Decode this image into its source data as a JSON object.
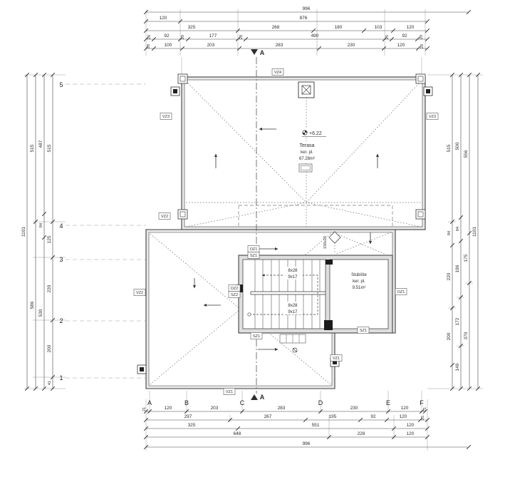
{
  "drawing": {
    "grid": {
      "columns": [
        "A",
        "B",
        "C",
        "D",
        "E",
        "F"
      ],
      "rows": [
        "5",
        "4",
        "3",
        "2",
        "1"
      ]
    },
    "dims_top": {
      "row1": [
        "996"
      ],
      "row2": [
        "120",
        "876"
      ],
      "row3": [
        "325",
        "268",
        "180",
        "103",
        "120"
      ],
      "row4": [
        "28",
        "92",
        "29",
        "177",
        "28",
        "490",
        "25",
        "92",
        "29"
      ],
      "row5": [
        "28",
        "100",
        "203",
        "283",
        "230",
        "120",
        "28"
      ]
    },
    "dims_bottom": {
      "row1": [
        "21",
        "120",
        "203",
        "283",
        "230",
        "120",
        "21"
      ],
      "row2": [
        "297",
        "267",
        "195",
        "92",
        "120",
        "25"
      ],
      "row3": [
        "325",
        "551",
        "120"
      ],
      "row4": [
        "648",
        "228",
        "120"
      ],
      "row5": [
        "996"
      ]
    },
    "dims_left": {
      "col1": [
        "1101"
      ],
      "col2": [
        "515",
        "586"
      ],
      "col3": [
        "487",
        "84",
        "530"
      ],
      "col4": [
        "515",
        "125",
        "220",
        "200",
        "41"
      ]
    },
    "dims_right": {
      "col1": [
        "515",
        "84",
        "220",
        "200"
      ],
      "col2": [
        "500",
        "84",
        "196",
        "172",
        "149"
      ],
      "col3": [
        "556",
        "175",
        "370"
      ],
      "col4": [
        "1101"
      ]
    },
    "labels": {
      "level": "+6.22",
      "terrace_name": "Terasa",
      "terrace_finish": "ker. pl.",
      "terrace_area": "67.28m²",
      "stair_name": "Stubište",
      "stair_finish": "ker. pl.",
      "stair_area": "9.51m²",
      "flight1_treads": "8x28",
      "flight1_risers": "9x17",
      "flight2_treads": "8x28",
      "flight2_risers": "9x17",
      "drain_note": "150x25",
      "section_mark": "A"
    },
    "tags": [
      {
        "text": "VZ4"
      },
      {
        "text": "VZ3"
      },
      {
        "text": "VZ3"
      },
      {
        "text": "VZ2"
      },
      {
        "text": "VZ2"
      },
      {
        "text": "VZ1"
      },
      {
        "text": "VZ1"
      },
      {
        "text": "OZ1"
      },
      {
        "text": "SZ1"
      },
      {
        "text": "OZ2"
      },
      {
        "text": "SZ2"
      },
      {
        "text": "OZ1"
      },
      {
        "text": "SZ1"
      },
      {
        "text": "SZ1"
      }
    ]
  }
}
